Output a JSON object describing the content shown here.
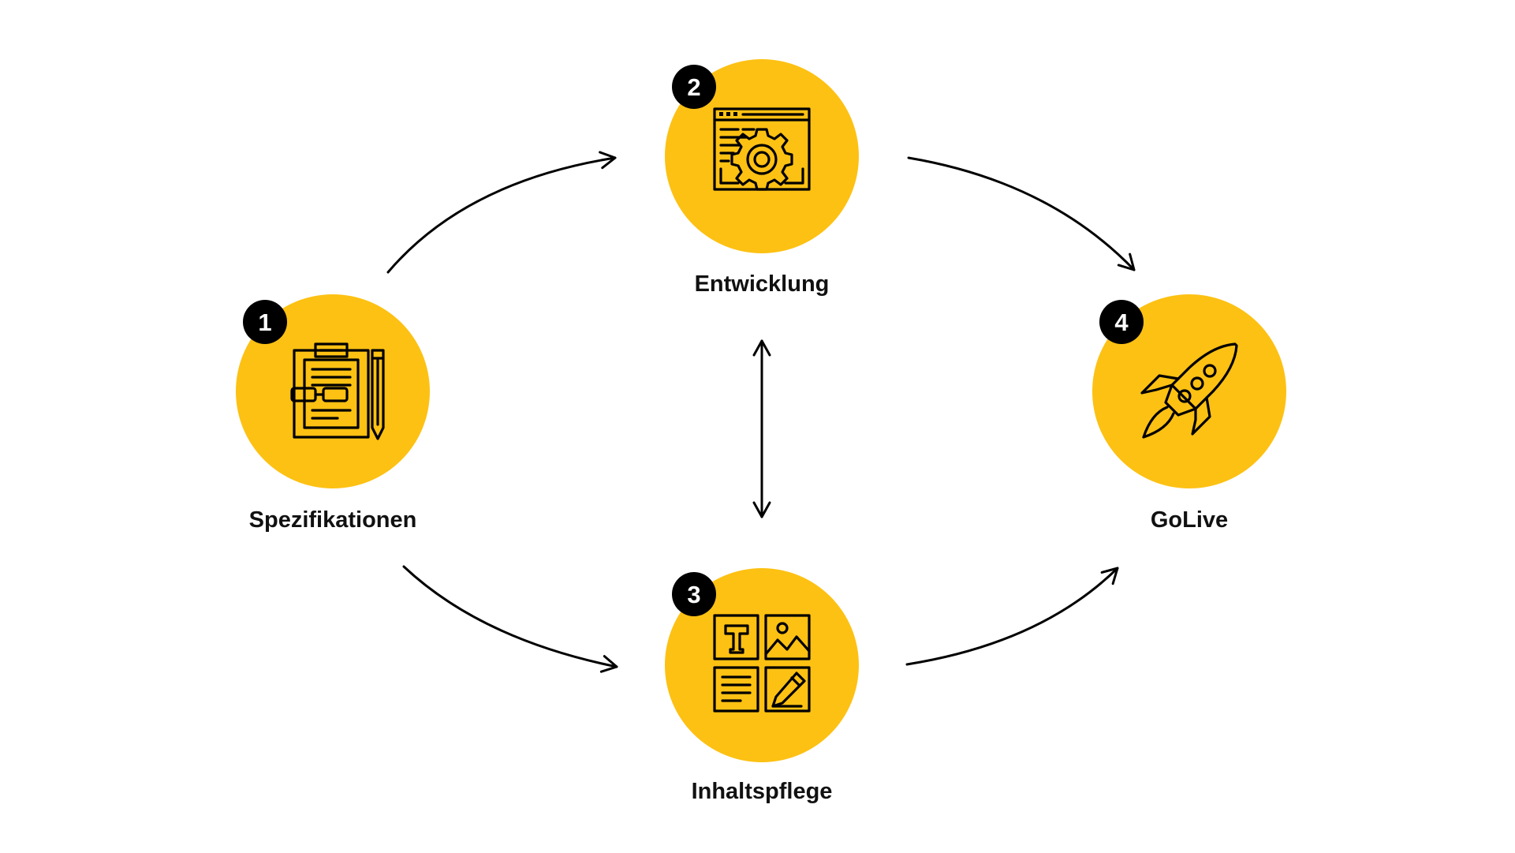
{
  "diagram": {
    "accent_color": "#FDC113",
    "badge_color": "#000000",
    "steps": [
      {
        "number": "1",
        "label": "Spezifikationen",
        "icon": "clipboard-glasses-icon"
      },
      {
        "number": "2",
        "label": "Entwicklung",
        "icon": "browser-gear-icon"
      },
      {
        "number": "3",
        "label": "Inhaltspflege",
        "icon": "content-blocks-icon"
      },
      {
        "number": "4",
        "label": "GoLive",
        "icon": "rocket-icon"
      }
    ],
    "connections": [
      {
        "from": "1",
        "to": "2",
        "direction": "forward"
      },
      {
        "from": "1",
        "to": "3",
        "direction": "forward"
      },
      {
        "from": "2",
        "to": "4",
        "direction": "forward"
      },
      {
        "from": "3",
        "to": "4",
        "direction": "forward"
      },
      {
        "from": "2",
        "to": "3",
        "direction": "both"
      }
    ]
  }
}
